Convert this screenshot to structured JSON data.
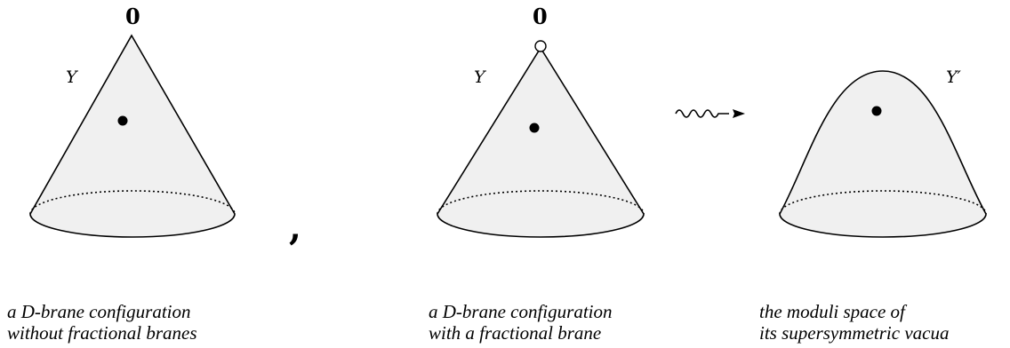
{
  "panels": [
    {
      "apex_label": "0",
      "space_label": "Y",
      "caption": [
        "a D-brane configuration",
        "without fractional branes"
      ]
    },
    {
      "apex_label": "0",
      "space_label": "Y",
      "caption": [
        "a D-brane configuration",
        "with a fractional brane"
      ]
    },
    {
      "apex_label": "",
      "space_label": "Y′",
      "caption": [
        "the moduli space of",
        "its supersymmetric vacua"
      ]
    }
  ],
  "separator": ",",
  "colors": {
    "fill": "#f0f0f0",
    "stroke": "#000000"
  }
}
